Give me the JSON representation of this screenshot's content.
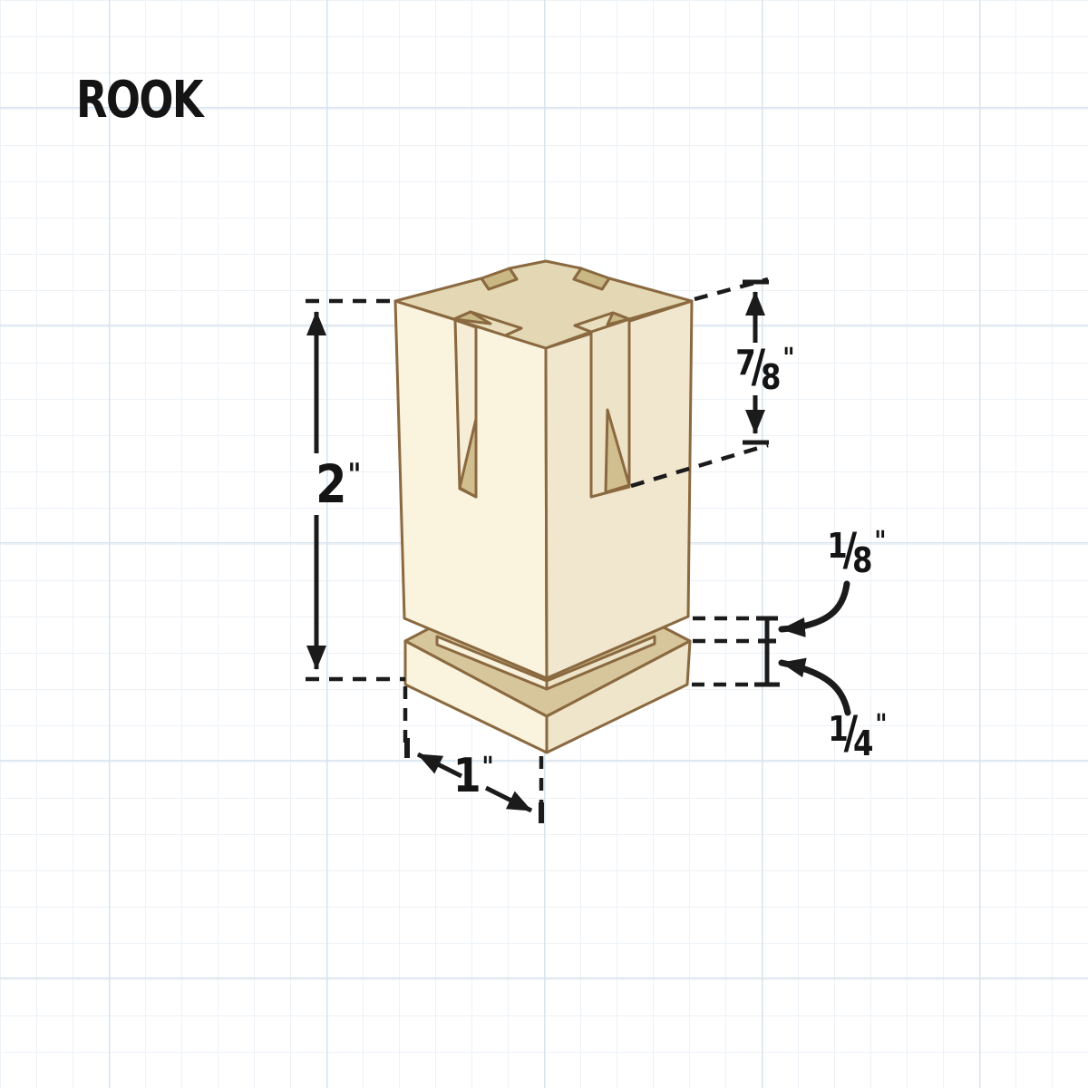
{
  "title": "ROOK",
  "dims": {
    "height": {
      "value": "2",
      "unit": "\""
    },
    "notch_depth": {
      "num": "7",
      "slash": "/",
      "den": "8",
      "unit": "\""
    },
    "reveal": {
      "num": "1",
      "slash": "/",
      "den": "8",
      "unit": "\""
    },
    "base_height": {
      "num": "1",
      "slash": "/",
      "den": "4",
      "unit": "\""
    },
    "width": {
      "value": "1",
      "unit": "\""
    }
  },
  "colors": {
    "outline": "#8A6940",
    "face_left": "#FAF3DE",
    "face_right": "#F0E7CE",
    "face_top": "#E3D8B3",
    "notch_dark": "#C9B784",
    "wedge": "#D2BF90",
    "base_top": "#D7C69B",
    "dimension_ink": "#1B1B1B",
    "grid_minor": "#EDF2F7",
    "grid_major": "#D7E3EE"
  }
}
